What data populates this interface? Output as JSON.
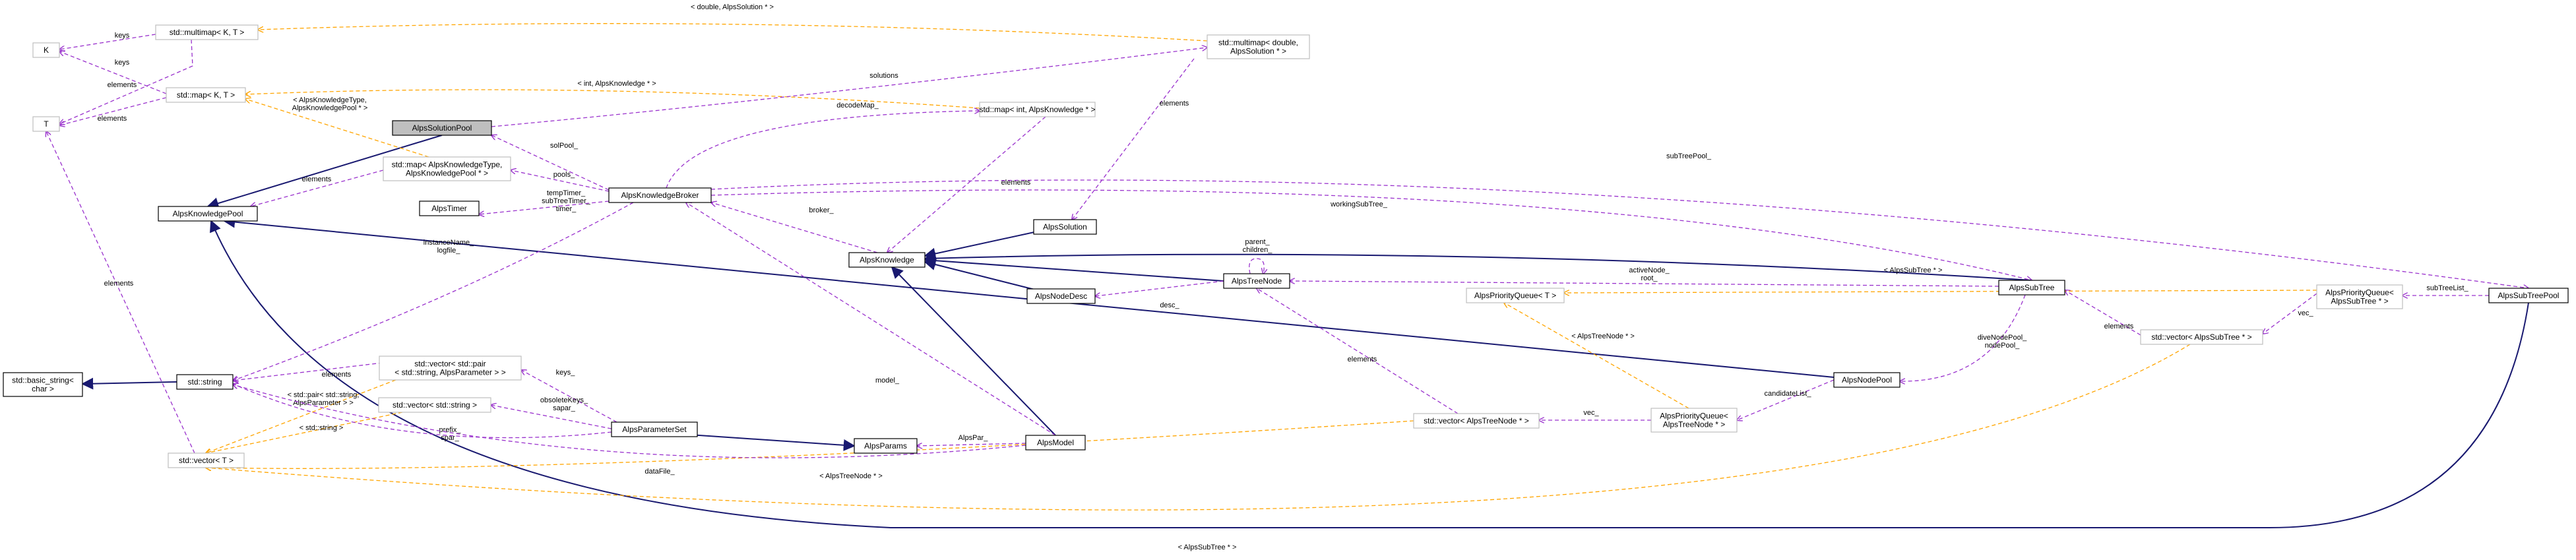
{
  "nodes": {
    "AlpsSolutionPool": [
      "AlpsSolutionPool"
    ],
    "AlpsKnowledgePool": [
      "AlpsKnowledgePool"
    ],
    "AlpsKnowledgeBroker": [
      "AlpsKnowledgeBroker"
    ],
    "AlpsKnowledge": [
      "AlpsKnowledge"
    ],
    "AlpsSolution": [
      "AlpsSolution"
    ],
    "AlpsNodeDesc": [
      "AlpsNodeDesc"
    ],
    "AlpsTreeNode": [
      "AlpsTreeNode"
    ],
    "AlpsSubTree": [
      "AlpsSubTree"
    ],
    "AlpsSubTreePool": [
      "AlpsSubTreePool"
    ],
    "AlpsNodePool": [
      "AlpsNodePool"
    ],
    "AlpsModel": [
      "AlpsModel"
    ],
    "AlpsParams": [
      "AlpsParams"
    ],
    "AlpsParameterSet": [
      "AlpsParameterSet"
    ],
    "AlpsTimer": [
      "AlpsTimer"
    ],
    "string": [
      "std::string"
    ],
    "basic_string": [
      "std::basic_string<",
      "char >"
    ],
    "K": [
      "K"
    ],
    "T": [
      "T"
    ],
    "multimapKT": [
      "std::multimap< K, T >"
    ],
    "mapKT": [
      "std::map< K, T >"
    ],
    "vectorT": [
      "std::vector< T >"
    ],
    "multimapDoubleSol": [
      "std::multimap< double,",
      "AlpsSolution * >"
    ],
    "mapIntKnow": [
      "std::map< int, AlpsKnowledge * >"
    ],
    "mapKnowTypePool": [
      "std::map< AlpsKnowledgeType,",
      "AlpsKnowledgePool * >"
    ],
    "vectorPair": [
      "std::vector< std::pair",
      "< std::string, AlpsParameter > >"
    ],
    "vectorString": [
      "std::vector< std::string >"
    ],
    "vectorTreeNode": [
      "std::vector< AlpsTreeNode * >"
    ],
    "vectorSubTree": [
      "std::vector< AlpsSubTree * >"
    ],
    "pqTemplate": [
      "AlpsPriorityQueue< T >"
    ],
    "pqTreeNode": [
      "AlpsPriorityQueue<",
      "AlpsTreeNode * >"
    ],
    "pqSubTree": [
      "AlpsPriorityQueue<",
      "AlpsSubTree * >"
    ]
  },
  "edges": {
    "keys_multimap": [
      "keys"
    ],
    "elements_multimap": [
      "elements"
    ],
    "keys_map": [
      "keys"
    ],
    "elements_map": [
      "elements"
    ],
    "elements_vector": [
      "elements"
    ],
    "tmpl_double_sol": [
      "< double, AlpsSolution * >"
    ],
    "tmpl_int_know": [
      "< int, AlpsKnowledge * >"
    ],
    "tmpl_knowtype_pool": [
      "< AlpsKnowledgeType,",
      "AlpsKnowledgePool * >"
    ],
    "solutions": [
      "solutions"
    ],
    "decodeMap": [
      "decodeMap_"
    ],
    "elements_mapint": [
      "elements"
    ],
    "elements_multimapdouble": [
      "elements"
    ],
    "elements_mapknowtype": [
      "elements"
    ],
    "pools": [
      "pools_"
    ],
    "solPool": [
      "solPool_"
    ],
    "timers": [
      "tempTimer_",
      "subTreeTimer_",
      "timer_"
    ],
    "instanceName": [
      "instanceName_",
      "logfile_"
    ],
    "broker": [
      "broker_"
    ],
    "workingSubTree": [
      "workingSubTree_"
    ],
    "subTreePool": [
      "subTreePool_"
    ],
    "desc": [
      "desc_"
    ],
    "parentChildren": [
      "parent_",
      "children_"
    ],
    "activeNode": [
      "activeNode_",
      "root_"
    ],
    "diveNodePool": [
      "diveNodePool_",
      "nodePool_"
    ],
    "candidateList": [
      "candidateList_"
    ],
    "vec_tn": [
      "vec_"
    ],
    "vec_st": [
      "vec_"
    ],
    "elements_vectn": [
      "elements"
    ],
    "elements_vecst": [
      "elements"
    ],
    "subTreeList": [
      "subTreeList_"
    ],
    "tmpl_pq_tn": [
      "< AlpsTreeNode * >"
    ],
    "tmpl_pq_st": [
      "< AlpsSubTree * >"
    ],
    "tmpl_vec_tn": [
      "< AlpsTreeNode * >"
    ],
    "tmpl_vec_st": [
      "< AlpsSubTree * >"
    ],
    "tmpl_string": [
      "< std::string >"
    ],
    "tmpl_pair": [
      "< std::pair< std::string,",
      "AlpsParameter > >"
    ],
    "keys_paramset": [
      "keys_"
    ],
    "obsoleteKeys": [
      "obsoleteKeys_",
      "sapar_"
    ],
    "prefix": [
      "prefix_",
      "spar_"
    ],
    "elements_vecpair": [
      "elements"
    ],
    "AlpsPar": [
      "AlpsPar_"
    ],
    "model": [
      "model_"
    ],
    "dataFile": [
      "dataFile_"
    ]
  },
  "colors": {
    "inheritance": "#191970",
    "usage": "#9a32cd",
    "template": "#ffa500",
    "highlight_fill": "#bfbfbf",
    "template_node_border": "#bfbfbf"
  }
}
